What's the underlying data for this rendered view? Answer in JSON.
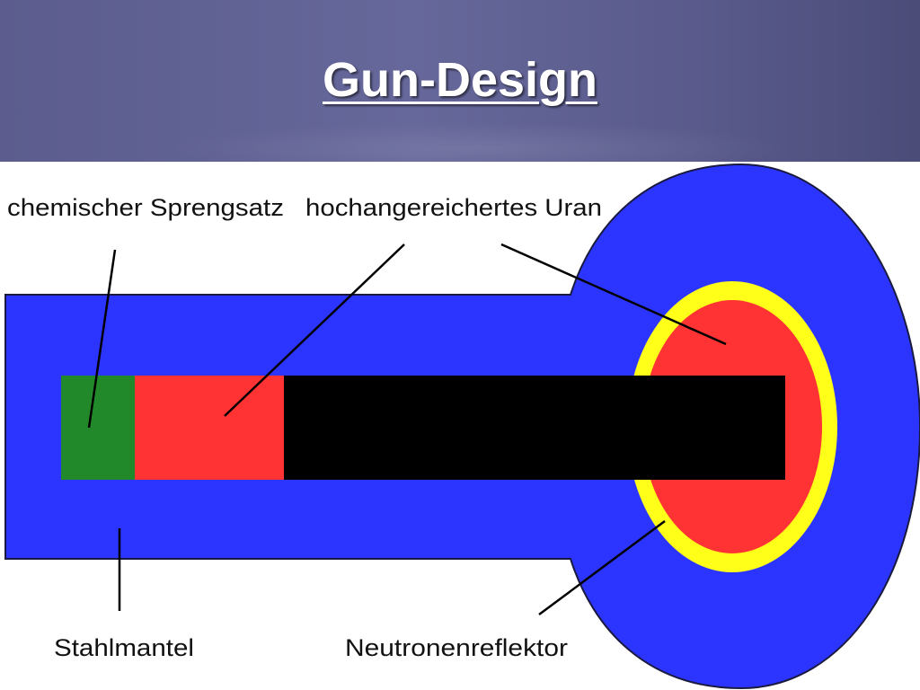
{
  "title": "Gun-Design",
  "labels": {
    "explosive": "chemischer Sprengsatz",
    "uranium": "hochangereichertes Uran",
    "casing": "Stahlmantel",
    "reflector": "Neutronenreflektor"
  },
  "colors": {
    "header": "#5c5d8e",
    "casing": "#2b35ff",
    "explosive": "#22892a",
    "uranium": "#ff3333",
    "barrel": "#000000",
    "reflector": "#ffff1a",
    "text": "#111111"
  }
}
